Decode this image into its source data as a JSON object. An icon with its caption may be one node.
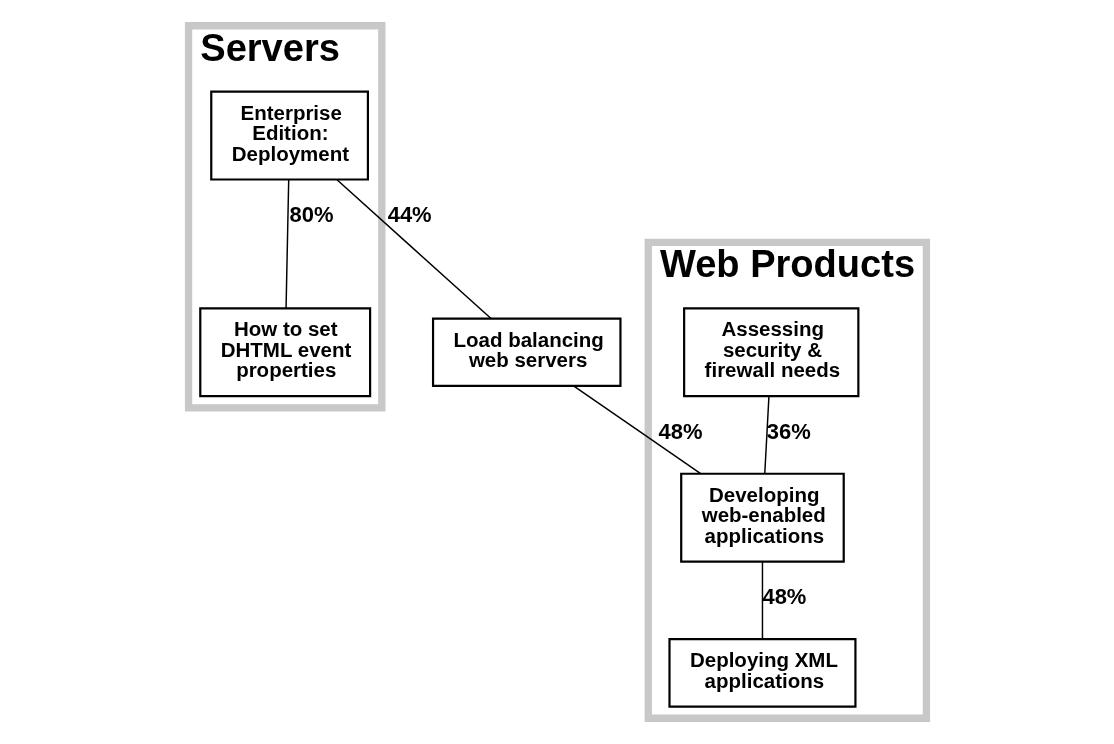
{
  "diagram": {
    "nodes": [
      {
        "text": [
          "Servers"
        ]
      },
      {
        "text": [
          "Web Products"
        ]
      },
      {
        "text": [
          "Load balancing web servers"
        ]
      },
      {
        "text": [
          "Assessing security & firewall needs"
        ],
        "in": 1
      },
      {
        "text": [
          "Enterprise Edition: Deployment"
        ],
        "in": 0
      },
      {
        "text": [
          "Developing web-enabled applications"
        ],
        "in": 1
      },
      {
        "text": [
          "How to set DHTML event properties"
        ],
        "in": 0
      },
      {
        "text": [
          "Deploying XML applications"
        ],
        "in": 1
      }
    ],
    "edges": [
      {
        "from": 4,
        "to": 2,
        "arrow": "none",
        "label": "44%"
      },
      {
        "from": 2,
        "to": 5,
        "arrow": "none",
        "label": "48%"
      },
      {
        "from": 3,
        "to": 5,
        "arrow": "none",
        "label": "36%"
      },
      {
        "from": 4,
        "to": 6,
        "arrow": "none",
        "label": "80%"
      },
      {
        "from": 5,
        "to": 7,
        "arrow": "none",
        "label": "48%"
      }
    ]
  }
}
